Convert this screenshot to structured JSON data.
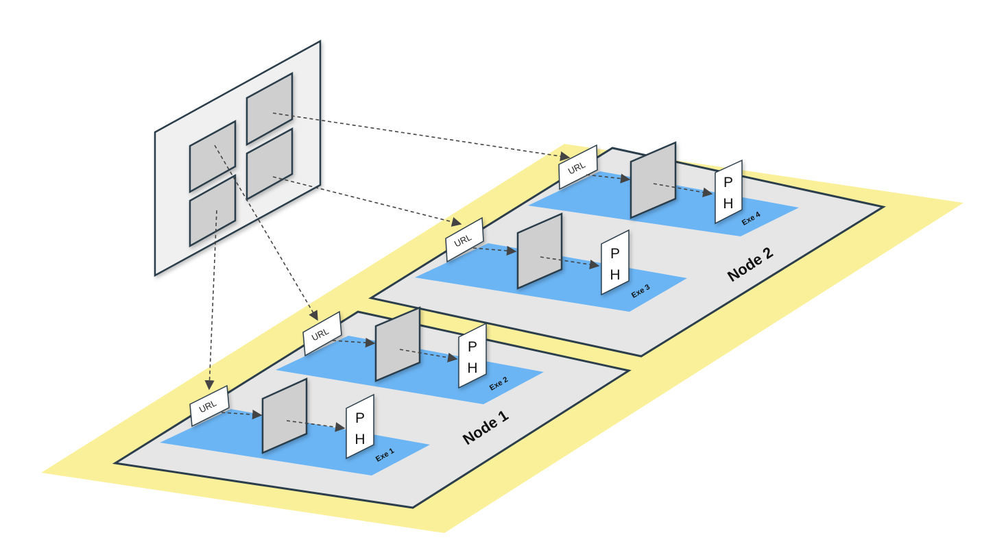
{
  "diagram": {
    "nodes": [
      {
        "label": "Node 1",
        "executors": [
          {
            "label": "Exe 1",
            "url_label": "URL",
            "output": [
              "P",
              "H"
            ]
          },
          {
            "label": "Exe 2",
            "url_label": "URL",
            "output": [
              "P",
              "H"
            ]
          }
        ]
      },
      {
        "label": "Node 2",
        "executors": [
          {
            "label": "Exe 3",
            "url_label": "URL",
            "output": [
              "P",
              "H"
            ]
          },
          {
            "label": "Exe 4",
            "url_label": "URL",
            "output": [
              "P",
              "H"
            ]
          }
        ]
      }
    ],
    "colors": {
      "cluster": "#fbf09a",
      "node": "#e6e6e6",
      "executor": "#6bb5f5",
      "outline": "#2b3e4c",
      "tile": "#cfcfcf",
      "arrow": "#444444"
    }
  }
}
